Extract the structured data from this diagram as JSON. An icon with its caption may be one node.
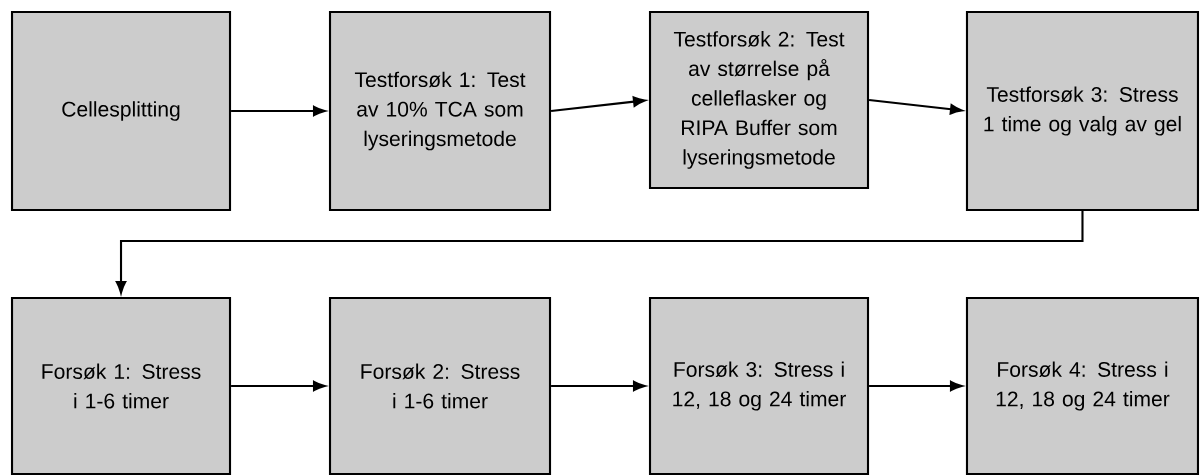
{
  "diagram": {
    "nodes": [
      {
        "text": [
          "Cellesplitting"
        ]
      },
      {
        "text": [
          "Testforsøk 1: Test av 10% TCA som lyseringsmetode"
        ]
      },
      {
        "text": [
          "Testforsøk 2: Test av størrelse på celleflasker og RIPA Buffer som lyseringsmetode"
        ]
      },
      {
        "text": [
          "Testforsøk 3: Stress 1 time og valg av gel"
        ]
      },
      {
        "text": [
          "Forsøk 1: Stress i 1-6 timer"
        ]
      },
      {
        "text": [
          "Forsøk 2: Stress i 1-6 timer"
        ]
      },
      {
        "text": [
          "Forsøk 3: Stress i 12, 18 og 24 timer"
        ]
      },
      {
        "text": [
          "Forsøk 4: Stress i 12, 18 og 24 timer"
        ]
      }
    ],
    "edges": [
      {
        "from": 0,
        "to": 1,
        "arrow": "to"
      },
      {
        "from": 1,
        "to": 2,
        "arrow": "to"
      },
      {
        "from": 2,
        "to": 3,
        "arrow": "to"
      },
      {
        "from": 3,
        "to": 4,
        "arrow": "to"
      },
      {
        "from": 4,
        "to": 5,
        "arrow": "to"
      },
      {
        "from": 5,
        "to": 6,
        "arrow": "to"
      },
      {
        "from": 6,
        "to": 7,
        "arrow": "to"
      }
    ]
  }
}
